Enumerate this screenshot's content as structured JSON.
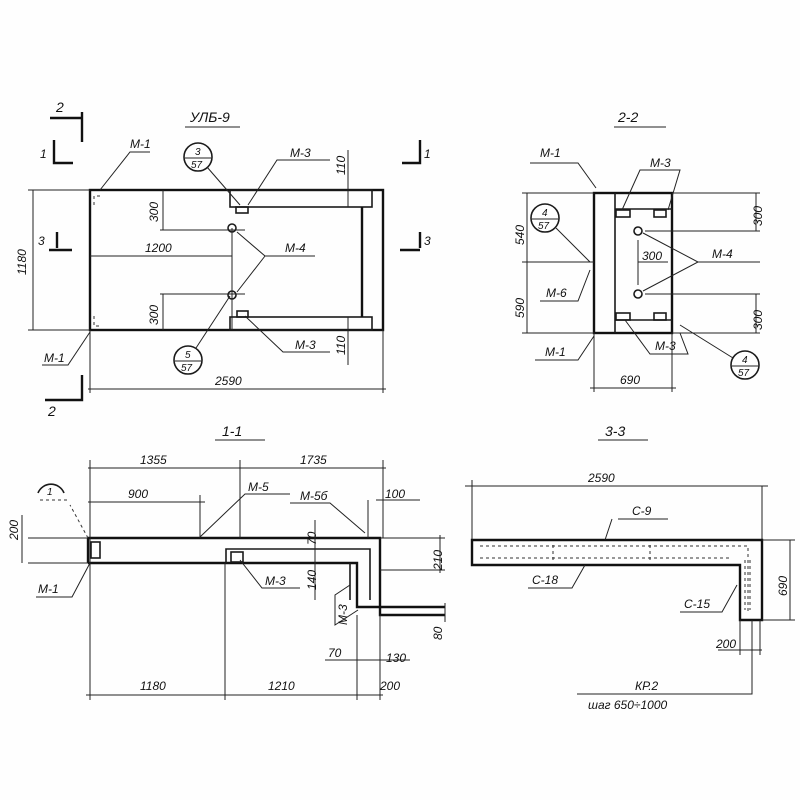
{
  "plan": {
    "title": "УЛБ-9",
    "section_marks": {
      "s2_top": "2",
      "s1_left": "1",
      "s3_left": "3",
      "s1_right": "1",
      "s3_right": "3",
      "s2_bottom": "2"
    },
    "labels": {
      "m1_top": "М-1",
      "m1_bottom": "М-1",
      "m3_top": "М-3",
      "m3_bottom": "М-3",
      "m4": "М-4"
    },
    "callouts": {
      "top_num": "3",
      "top_den": "57",
      "bottom_num": "5",
      "bottom_den": "57"
    },
    "dims": {
      "height": "1180",
      "width": "2590",
      "offset": "1200",
      "top_300": "300",
      "bottom_300": "300",
      "top_110": "110",
      "bottom_110": "110"
    }
  },
  "section22": {
    "title": "2-2",
    "labels": {
      "m1_top": "М-1",
      "m1_bottom": "М-1",
      "m3_top": "М-3",
      "m3_bottom": "М-3",
      "m4": "М-4",
      "m6": "М-6"
    },
    "callouts": {
      "left_num": "4",
      "left_den": "57",
      "right_num": "4",
      "right_den": "57"
    },
    "dims": {
      "upper": "540",
      "lower": "590",
      "width": "690",
      "mid": "300",
      "right_top": "300",
      "right_bottom": "300"
    }
  },
  "section11": {
    "title": "1-1",
    "labels": {
      "m1": "М-1",
      "m3_mid": "М-3",
      "m3_right": "М-3",
      "m5": "М-5",
      "m5b": "М-5б"
    },
    "callouts": {
      "left_num": "1"
    },
    "dims": {
      "d1355": "1355",
      "d1735": "1735",
      "d900": "900",
      "d100": "100",
      "d200_left": "200",
      "d70_top": "70",
      "d210": "210",
      "d140": "140",
      "d80": "80",
      "d70_bottom": "70",
      "d130": "130",
      "d1180": "1180",
      "d1210": "1210",
      "d200_bottom": "200"
    }
  },
  "section33": {
    "title": "3-3",
    "labels": {
      "c9": "С-9",
      "c18": "С-18",
      "c15": "С-15",
      "kr2": "КР.2",
      "step": "шаг 650÷1000"
    },
    "dims": {
      "width": "2590",
      "height": "690",
      "d200": "200"
    }
  }
}
